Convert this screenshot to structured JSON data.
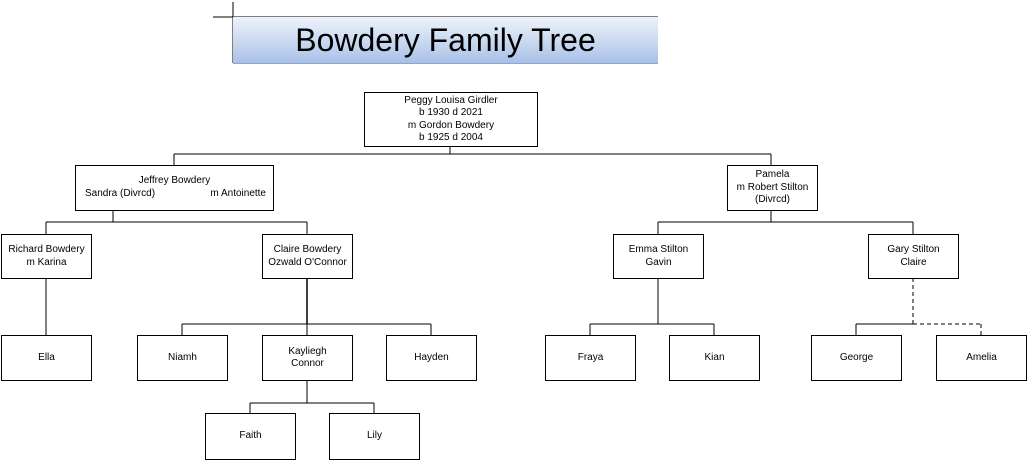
{
  "title": "Bowdery Family Tree",
  "nodes": {
    "peggy": [
      "Peggy Louisa Girdler",
      "b 1930 d 2021",
      "m Gordon Bowdery",
      "b 1925 d 2004"
    ],
    "jeffrey": {
      "line1": "Jeffrey Bowdery",
      "line2_left": "Sandra (Divrcd)",
      "line2_right": "m Antoinette"
    },
    "pamela": [
      "Pamela",
      "m Robert Stilton",
      "(Divrcd)"
    ],
    "richard": [
      "Richard Bowdery",
      "m Karina"
    ],
    "claire": [
      "Claire Bowdery",
      "Ozwald O'Connor"
    ],
    "emma": [
      "Emma Stilton",
      "Gavin"
    ],
    "gary": [
      "Gary Stilton",
      "Claire"
    ],
    "ella": [
      "Ella"
    ],
    "niamh": [
      "Niamh"
    ],
    "kayliegh": [
      "Kayliegh",
      "Connor"
    ],
    "hayden": [
      "Hayden"
    ],
    "fraya": [
      "Fraya"
    ],
    "kian": [
      "Kian"
    ],
    "george": [
      "George"
    ],
    "amelia": [
      "Amelia"
    ],
    "faith": [
      "Faith"
    ],
    "lily": [
      "Lily"
    ]
  }
}
